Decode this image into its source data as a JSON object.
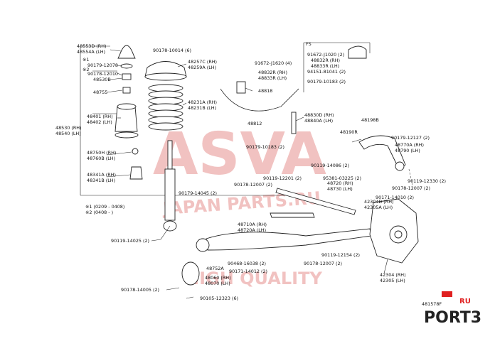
{
  "labels_left": [
    "48553D (RH)",
    "48554A (LH)",
    "90179-12078",
    "90178-12010",
    "48530B",
    "48755",
    "48401 (RH)",
    "48402 (LH)",
    "48530 (RH)",
    "48540 (LH)",
    "48750H (RH)",
    "48760B (LH)",
    "48341A (RH)",
    "48341B (LH)",
    "90119-14025 (2)",
    "90178-14005 (2)"
  ],
  "labels_center": [
    "90178-10014 (6)",
    "48257C (RH)",
    "48259A (LH)",
    "48231A (RH)",
    "48231B (LH)",
    "91672-J1620 (4)",
    "48832R (RH)",
    "48833R (LH)",
    "48818",
    "48812",
    "48830D (RH)",
    "48840A (LH)",
    "90179-10183 (2)",
    "90179-14045 (2)",
    "90178-12007 (2)",
    "90119-12201 (2)",
    "90119-14086 (2)",
    "48720 (RH)",
    "48730 (LH)",
    "48710A (RH)",
    "48720A (LH)",
    "90468-16038 (2)",
    "90171-14012 (2)",
    "48752A",
    "48060 (RH)",
    "48070 (LH)",
    "90105-12323 (6)"
  ],
  "labels_right": [
    "91672-J1020 (2)",
    "48832R (RH)",
    "48833R (LH)",
    "94151-81041 (2)",
    "90179-10183 (2)",
    "48198B",
    "48190R",
    "90179-12127 (2)",
    "48770A (RH)",
    "48790 (LH)",
    "90119-12330 (2)",
    "90178-12007 (2)",
    "95381-03225 (2)",
    "90171-14010 (2)",
    "42304D (RH)",
    "42305A (LH)",
    "90119-12154 (2)",
    "90178-12007 (2)",
    "42304 (RH)",
    "42305 (LH)"
  ],
  "notes": {
    "version_note_1": "※1 (0209 - 0408)",
    "version_note_2": "※2 (0408 - )",
    "star_1": "※1",
    "star_2": "※2",
    "fs_marker": "FS",
    "figure_id": "481578F"
  },
  "watermark": {
    "main": "ASVA",
    "line2": "JAPAN PARTS.RU",
    "line3": "HIGH QUALITY"
  },
  "logo": {
    "brand": "PORT3",
    "suffix": "RU"
  },
  "colors": {
    "watermark": "#d9534f",
    "logo_red": "#e02020",
    "ink": "#222222"
  }
}
